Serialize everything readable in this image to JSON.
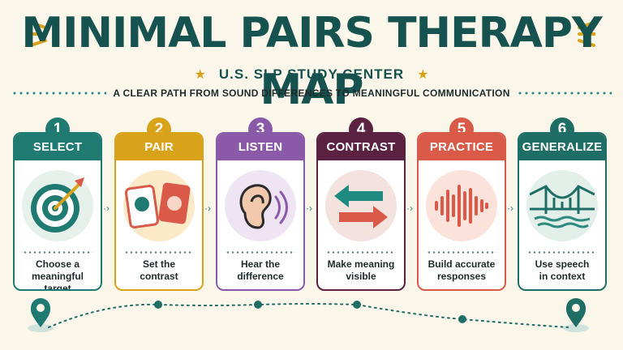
{
  "title": "MINIMAL PAIRS THERAPY MAP",
  "subtitle": "U.S. SLP STUDY CENTER",
  "tagline": "A CLEAR PATH FROM SOUND DIFFERENCES TO MEANINGFUL COMMUNICATION",
  "colors": {
    "teal": "#16524f",
    "gold": "#d9a21b",
    "purple": "#8a5aa8",
    "maroon": "#5a2240",
    "coral": "#d95a48",
    "green": "#1f6e66"
  },
  "steps": [
    {
      "number": "1",
      "label": "SELECT",
      "text_line1": "Choose a",
      "text_line2": "meaningful target",
      "icon": "target-icon",
      "color": "#1f7a72"
    },
    {
      "number": "2",
      "label": "PAIR",
      "text_line1": "Set the",
      "text_line2": "contrast",
      "icon": "cards-icon",
      "color": "#d9a21b"
    },
    {
      "number": "3",
      "label": "LISTEN",
      "text_line1": "Hear the",
      "text_line2": "difference",
      "icon": "ear-icon",
      "color": "#8a5aa8"
    },
    {
      "number": "4",
      "label": "CONTRAST",
      "text_line1": "Make meaning",
      "text_line2": "visible",
      "icon": "arrows-icon",
      "color": "#5a2240"
    },
    {
      "number": "5",
      "label": "PRACTICE",
      "text_line1": "Build accurate",
      "text_line2": "responses",
      "icon": "soundwave-icon",
      "color": "#d95a48"
    },
    {
      "number": "6",
      "label": "GENERALIZE",
      "text_line1": "Use speech",
      "text_line2": "in context",
      "icon": "bridge-icon",
      "color": "#1f6e66"
    }
  ]
}
